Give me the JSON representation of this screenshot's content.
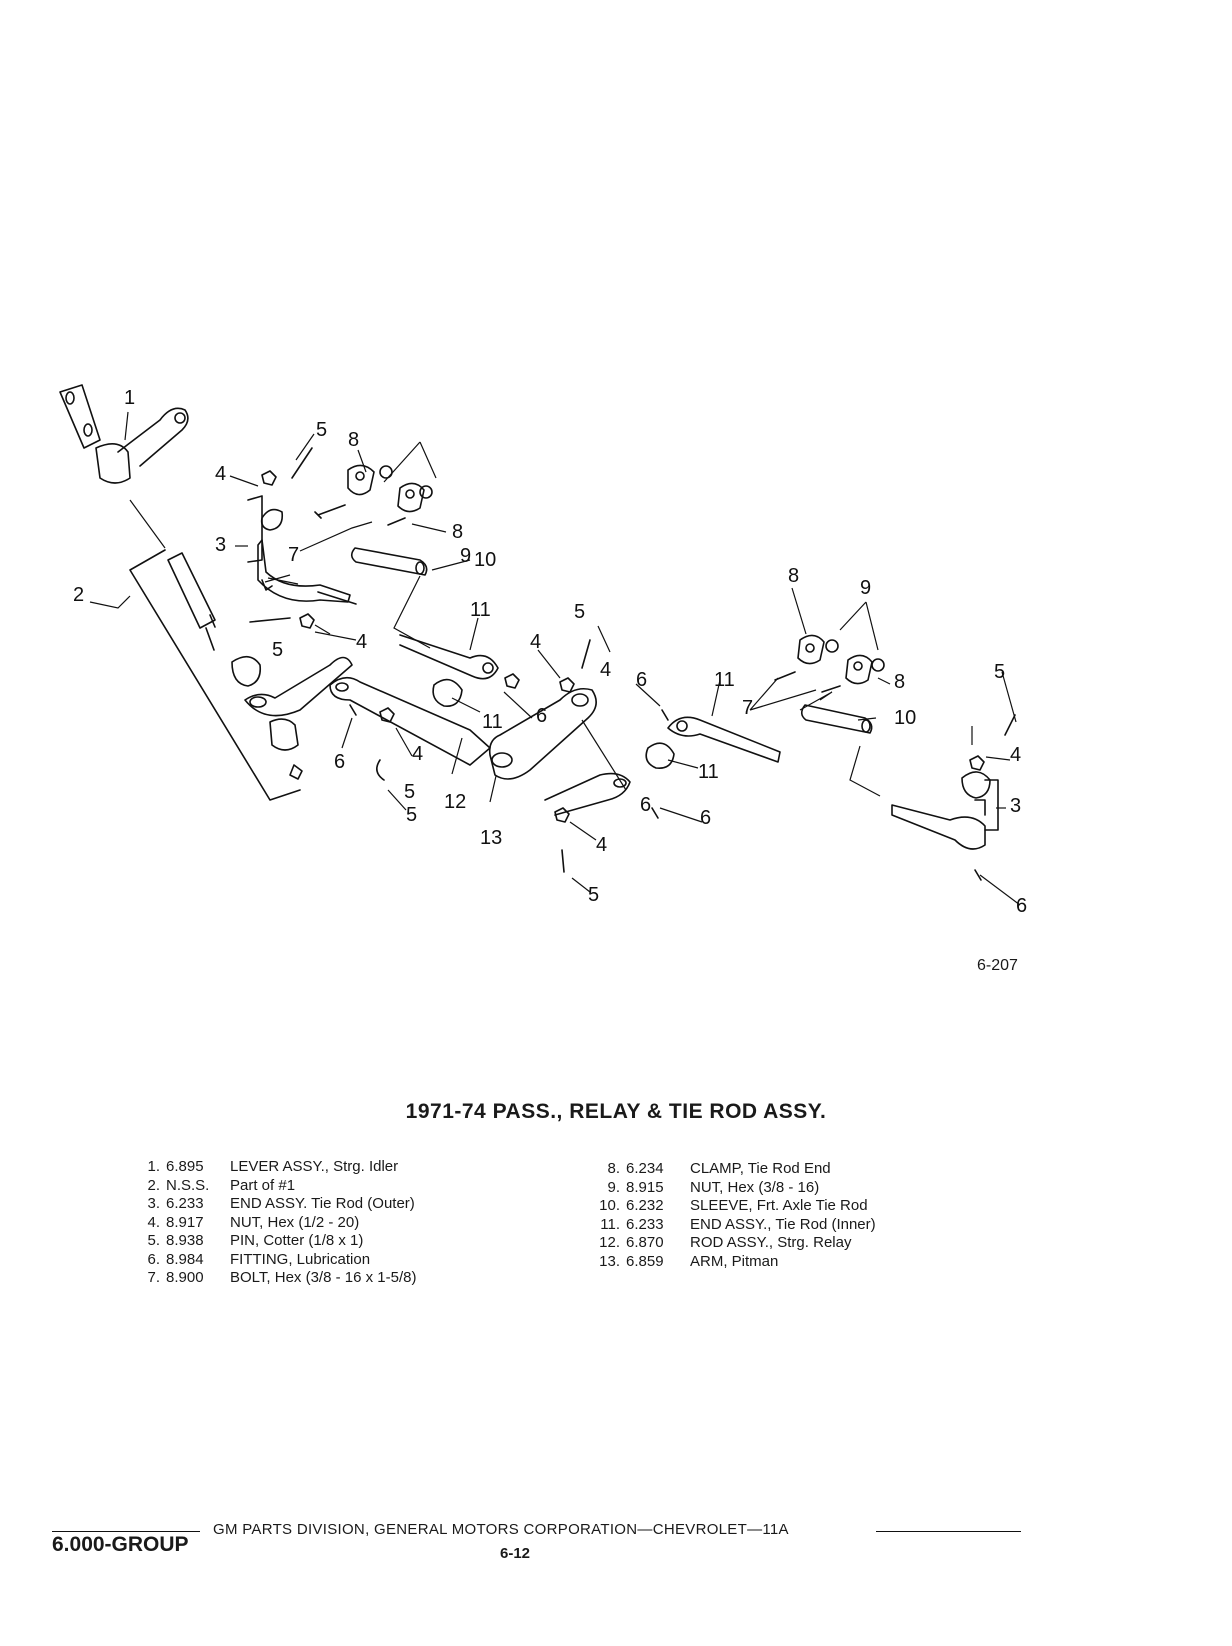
{
  "diagram": {
    "figure_number": "6-207",
    "callouts": [
      "1",
      "2",
      "3",
      "4",
      "5",
      "5",
      "4",
      "8",
      "9",
      "8",
      "7",
      "10",
      "11",
      "5",
      "4",
      "6",
      "11",
      "6",
      "4",
      "5",
      "12",
      "13",
      "6",
      "11",
      "7",
      "8",
      "9",
      "8",
      "10",
      "11",
      "6",
      "4",
      "5",
      "5",
      "4",
      "3",
      "6",
      "4",
      "5",
      "6"
    ]
  },
  "title": "1971-74 PASS., RELAY & TIE ROD ASSY.",
  "parts_left": [
    {
      "num": "1.",
      "code": "6.895",
      "desc": "LEVER ASSY., Strg. Idler"
    },
    {
      "num": "2.",
      "code": "N.S.S.",
      "desc": "Part of #1"
    },
    {
      "num": "3.",
      "code": "6.233",
      "desc": "END ASSY. Tie Rod (Outer)"
    },
    {
      "num": "4.",
      "code": "8.917",
      "desc": "NUT, Hex (1/2 - 20)"
    },
    {
      "num": "5.",
      "code": "8.938",
      "desc": "PIN, Cotter (1/8 x 1)"
    },
    {
      "num": "6.",
      "code": "8.984",
      "desc": "FITTING, Lubrication"
    },
    {
      "num": "7.",
      "code": "8.900",
      "desc": "BOLT, Hex (3/8 - 16 x 1-5/8)"
    }
  ],
  "parts_right": [
    {
      "num": "8.",
      "code": "6.234",
      "desc": "CLAMP, Tie Rod End"
    },
    {
      "num": "9.",
      "code": "8.915",
      "desc": "NUT, Hex (3/8 - 16)"
    },
    {
      "num": "10.",
      "code": "6.232",
      "desc": "SLEEVE, Frt. Axle Tie Rod"
    },
    {
      "num": "11.",
      "code": "6.233",
      "desc": "END ASSY., Tie Rod (Inner)"
    },
    {
      "num": "12.",
      "code": "6.870",
      "desc": "ROD ASSY., Strg. Relay"
    },
    {
      "num": "13.",
      "code": "6.859",
      "desc": "ARM, Pitman"
    }
  ],
  "footer": {
    "group": "6.000-GROUP",
    "corporation": "GM PARTS DIVISION, GENERAL MOTORS CORPORATION—CHEVROLET—11A",
    "page": "6-12"
  }
}
